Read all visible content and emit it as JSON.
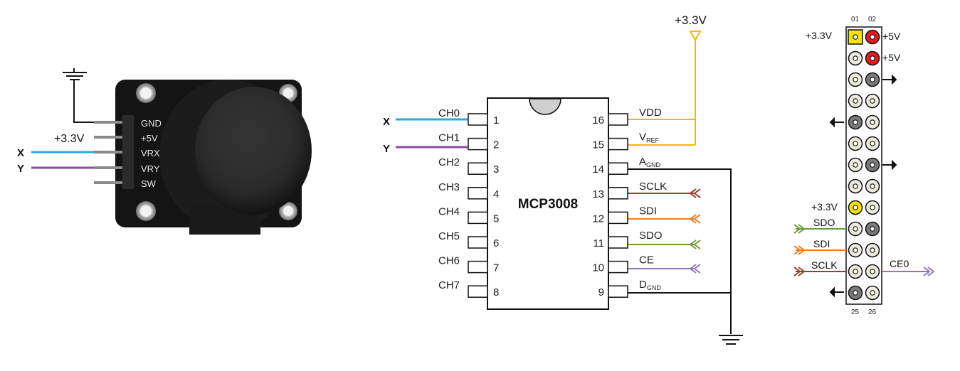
{
  "joystick": {
    "pins": [
      "GND",
      "+5V",
      "VRX",
      "VRY",
      "SW"
    ],
    "supply_label": "+3.3V",
    "x_label": "X",
    "y_label": "Y"
  },
  "mcp3008": {
    "chip_label": "MCP3008",
    "left_pins": [
      {
        "name": "CH0",
        "num": "1"
      },
      {
        "name": "CH1",
        "num": "2"
      },
      {
        "name": "CH2",
        "num": "3"
      },
      {
        "name": "CH3",
        "num": "4"
      },
      {
        "name": "CH4",
        "num": "5"
      },
      {
        "name": "CH5",
        "num": "6"
      },
      {
        "name": "CH6",
        "num": "7"
      },
      {
        "name": "CH7",
        "num": "8"
      }
    ],
    "right_pins": [
      {
        "num": "16",
        "name": "VDD",
        "sub": ""
      },
      {
        "num": "15",
        "name": "V",
        "sub": "REF"
      },
      {
        "num": "14",
        "name": "A",
        "sub": "GND"
      },
      {
        "num": "13",
        "name": "SCLK",
        "sub": ""
      },
      {
        "num": "12",
        "name": "SDI",
        "sub": ""
      },
      {
        "num": "11",
        "name": "SDO",
        "sub": ""
      },
      {
        "num": "10",
        "name": "CE",
        "sub": ""
      },
      {
        "num": "9",
        "name": "D",
        "sub": "GND"
      }
    ],
    "x_label": "X",
    "y_label": "Y",
    "supply_label": "+3.3V"
  },
  "header": {
    "top_numbers": [
      "01",
      "02"
    ],
    "bottom_numbers": [
      "25",
      "26"
    ],
    "labels": {
      "v33_top": "+3.3V",
      "v5_a": "+5V",
      "v5_b": "+5V",
      "v33_mid": "+3.3V",
      "sdo": "SDO",
      "sdi": "SDI",
      "sclk": "SCLK",
      "ce0": "CE0"
    }
  },
  "colors": {
    "x_wire": "#2aa7dc",
    "y_wire": "#8e4a9c",
    "vref_wire": "#f5b800",
    "sclk_wire": "#a23a2e",
    "sdi_wire": "#ef7d22",
    "sdo_wire": "#6f9a3a",
    "ce_wire": "#8e78b4",
    "pin_5v": "#e81a1a",
    "pin_3v3": "#f4e400",
    "pin_gnd": "#7a7a7a",
    "pin_gpio": "#ecebdc"
  }
}
